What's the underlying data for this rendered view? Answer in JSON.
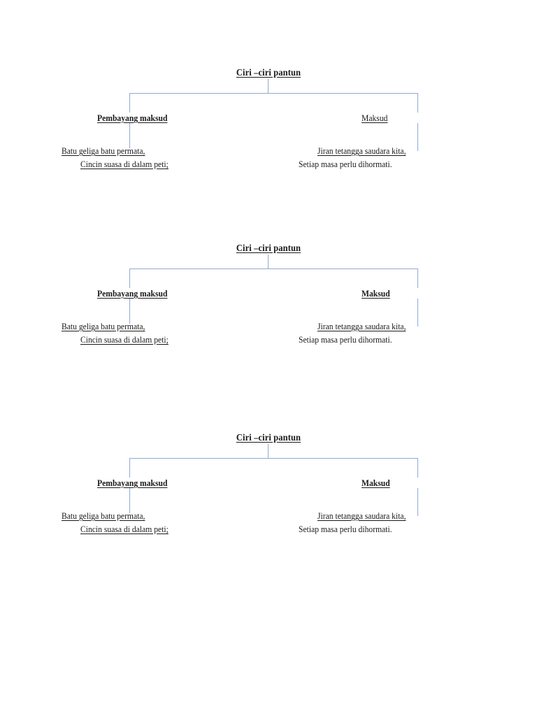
{
  "document": {
    "page_background": "#ffffff",
    "connector_color": "#8faad0",
    "text_color": "#1a1a1a"
  },
  "diagrams": [
    {
      "root": {
        "label": "Ciri –ciri pantun",
        "bold": true,
        "underline": true
      },
      "branches": {
        "left": {
          "label": "Pembayang maksud",
          "bold": true,
          "underline": true
        },
        "right": {
          "label": "Maksud ",
          "bold": false,
          "underline": true
        }
      },
      "leaves": {
        "left": {
          "lines": [
            "Batu geliga batu permata,",
            "Cincin suasa di dalam peti;"
          ]
        },
        "right": {
          "lines": [
            "Jiran tetangga saudara kita,",
            "Setiap masa perlu dihormati."
          ]
        }
      }
    },
    {
      "root": {
        "label": "Ciri –ciri pantun",
        "bold": true,
        "underline": true
      },
      "branches": {
        "left": {
          "label": "Pembayang maksud",
          "bold": true,
          "underline": true
        },
        "right": {
          "label": "Maksud ",
          "bold": true,
          "underline": true
        }
      },
      "leaves": {
        "left": {
          "lines": [
            "Batu geliga batu permata,",
            "Cincin suasa di dalam peti;"
          ]
        },
        "right": {
          "lines": [
            "Jiran tetangga saudara kita,",
            "Setiap masa perlu dihormati."
          ]
        }
      }
    },
    {
      "root": {
        "label": "Ciri –ciri pantun",
        "bold": true,
        "underline": true
      },
      "branches": {
        "left": {
          "label": "Pembayang maksud",
          "bold": true,
          "underline": true
        },
        "right": {
          "label": "Maksud ",
          "bold": true,
          "underline": true
        }
      },
      "leaves": {
        "left": {
          "lines": [
            "Batu geliga batu permata,",
            "Cincin suasa di dalam peti;"
          ]
        },
        "right": {
          "lines": [
            "Jiran tetangga saudara kita,",
            "Setiap masa perlu dihormati."
          ]
        }
      }
    }
  ]
}
